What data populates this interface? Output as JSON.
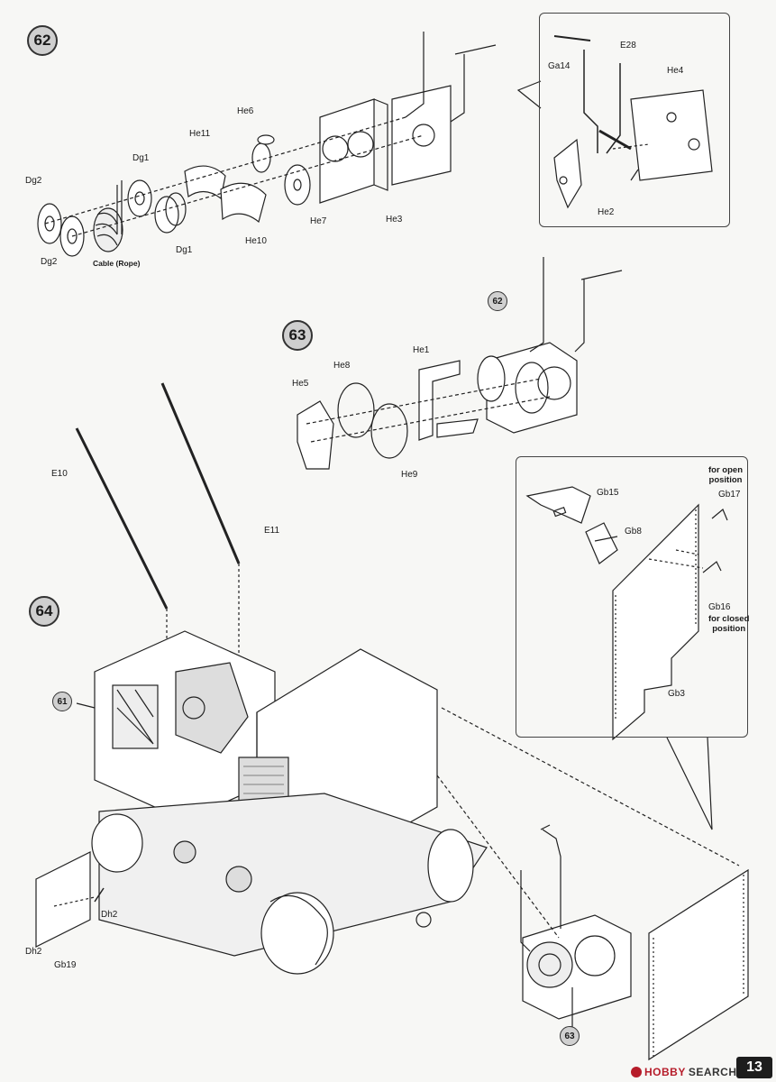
{
  "steps": {
    "s62": "62",
    "s63": "63",
    "s64": "64"
  },
  "refs": {
    "r62": "62",
    "r61": "61",
    "r63": "63"
  },
  "step62_labels": {
    "dg2_top": "Dg2",
    "dg2_bottom": "Dg2",
    "dg1_top": "Dg1",
    "dg1_bottom": "Dg1",
    "cable": "Cable (Rope)",
    "he11": "He11",
    "he6": "He6",
    "he10": "He10",
    "he7": "He7",
    "he3": "He3"
  },
  "step62_inset_labels": {
    "ga14": "Ga14",
    "e28": "E28",
    "he4": "He4",
    "he2": "He2"
  },
  "step63_labels": {
    "he1": "He1",
    "he8": "He8",
    "he5": "He5",
    "he9": "He9"
  },
  "step64_labels": {
    "e10": "E10",
    "e11": "E11",
    "dh2_right": "Dh2",
    "dh2_left": "Dh2",
    "gb19": "Gb19"
  },
  "step64_inset_labels": {
    "open_note": "for open\nposition",
    "gb17": "Gb17",
    "gb15": "Gb15",
    "gb8": "Gb8",
    "gb16": "Gb16",
    "closed_note": "for closed\nposition",
    "gb3": "Gb3"
  },
  "footer": {
    "page_number": "13",
    "watermark_hobby": "HOBBY",
    "watermark_search": "SEARCH"
  },
  "colors": {
    "ink": "#1a1a1a",
    "step_fill": "#cfcfcf",
    "watermark_red": "#b61c2a"
  }
}
